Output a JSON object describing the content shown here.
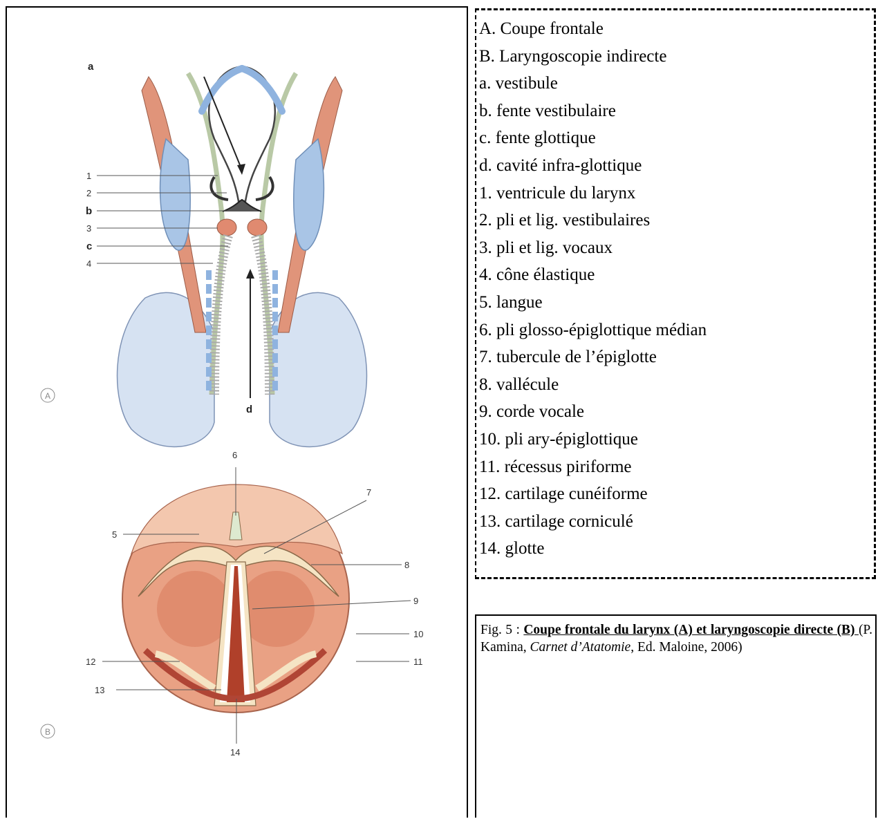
{
  "figure": {
    "a_labels": {
      "a": "a",
      "b": "b",
      "c": "c",
      "d": "d",
      "n1": "1",
      "n2": "2",
      "n3": "3",
      "n4": "4",
      "panel": "A"
    },
    "b_labels": {
      "n5": "5",
      "n6": "6",
      "n7": "7",
      "n8": "8",
      "n9": "9",
      "n10": "10",
      "n11": "11",
      "n12": "12",
      "n13": "13",
      "n14": "14",
      "panel": "B"
    }
  },
  "legend": {
    "items": [
      "A. Coupe frontale",
      "B. Laryngoscopie indirecte",
      "a. vestibule",
      "b. fente vestibulaire",
      "c. fente glottique",
      "d. cavité infra-glottique",
      "1. ventricule du larynx",
      "2. pli et lig. vestibulaires",
      "3. pli et lig. vocaux",
      "4. cône élastique",
      "5. langue",
      "6.  pli glosso-épiglottique médian",
      "7.  tubercule de l’épiglotte",
      "8.  vallécule",
      "9.  corde vocale",
      "10. pli ary-épiglottique",
      "11. récessus piriforme",
      "12. cartilage cunéiforme",
      "13. cartilage corniculé",
      "14. glotte"
    ]
  },
  "caption": {
    "prefix": "Fig. 5 : ",
    "title": "Coupe frontale du larynx (A) et laryngoscopie directe (B) ",
    "author": "(P. Kamina, ",
    "book": "Carnet d’Atatomie",
    "suffix": ", Ed. Maloine, 2006)"
  }
}
